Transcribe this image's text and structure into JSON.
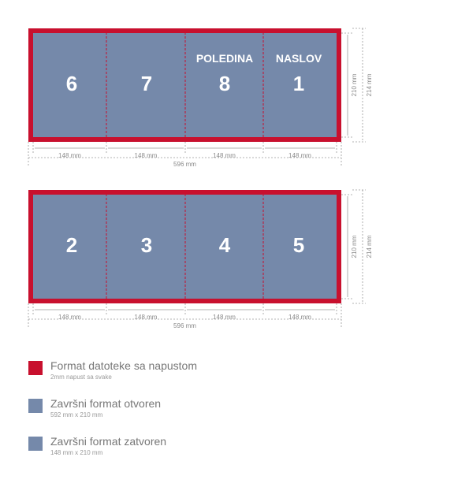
{
  "colors": {
    "bleed": "#c8102e",
    "panel": "#7589aa",
    "dimension": "#9a9a9a"
  },
  "sheets": [
    {
      "panels": [
        {
          "number": "6",
          "label": ""
        },
        {
          "number": "7",
          "label": ""
        },
        {
          "number": "8",
          "label": "POLEDINA"
        },
        {
          "number": "1",
          "label": "NASLOV"
        }
      ],
      "panel_widths": [
        "148 mm",
        "148 mm",
        "148 mm",
        "148 mm"
      ],
      "total_width": "596 mm",
      "height_inner": "210 mm",
      "height_outer": "214 mm"
    },
    {
      "panels": [
        {
          "number": "2",
          "label": ""
        },
        {
          "number": "3",
          "label": ""
        },
        {
          "number": "4",
          "label": ""
        },
        {
          "number": "5",
          "label": ""
        }
      ],
      "panel_widths": [
        "148 mm",
        "148 mm",
        "148 mm",
        "148 mm"
      ],
      "total_width": "596 mm",
      "height_inner": "210 mm",
      "height_outer": "214 mm"
    }
  ],
  "legend": [
    {
      "title": "Format datoteke sa napustom",
      "subtitle": "2mm napust sa svake",
      "color": "#c8102e"
    },
    {
      "title": "Završni format otvoren",
      "subtitle": "592 mm x 210 mm",
      "color": "#7589aa"
    },
    {
      "title": "Završni format zatvoren",
      "subtitle": "148 mm x 210 mm",
      "color": "#7589aa"
    }
  ]
}
